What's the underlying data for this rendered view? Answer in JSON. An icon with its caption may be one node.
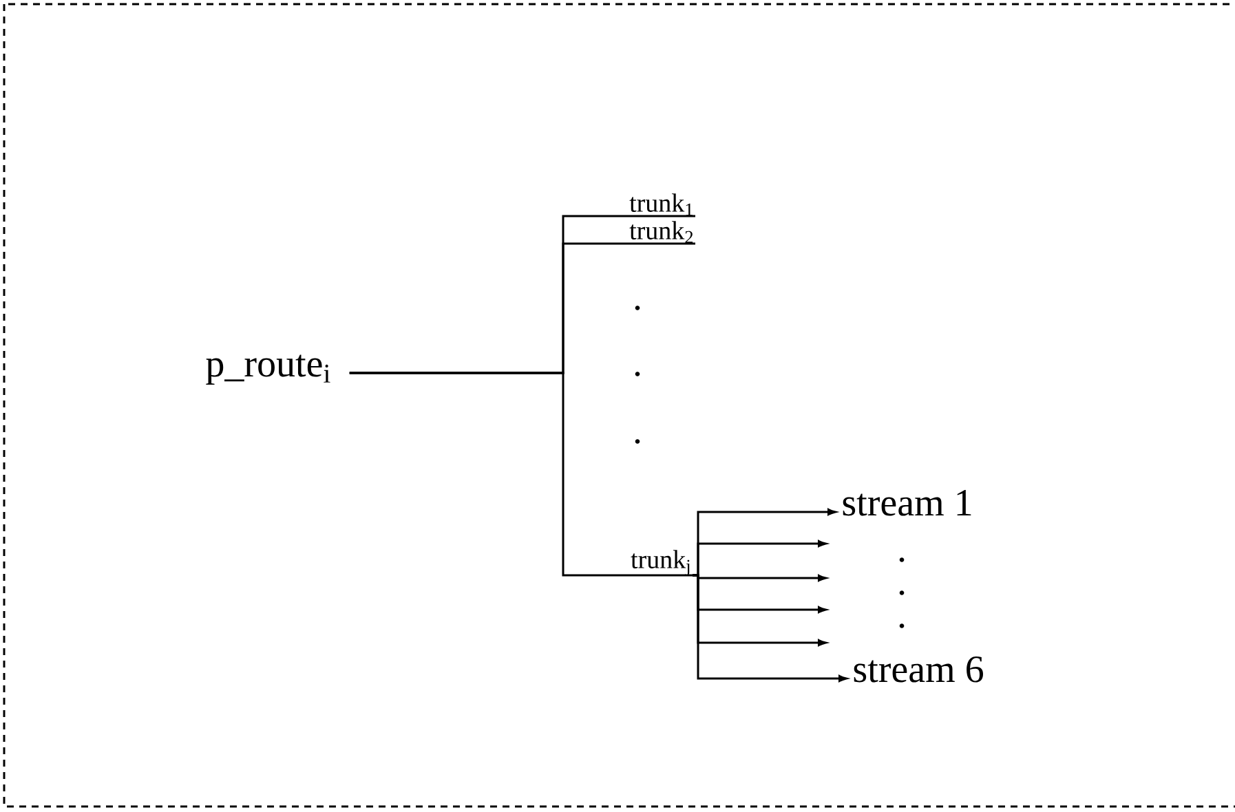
{
  "diagram": {
    "nodes": [
      {
        "text": [
          "p_route$_{i}$"
        ]
      },
      {
        "text": [
          "trunk$_{1}$"
        ]
      },
      {
        "text": [
          "trunk$_{2}$"
        ]
      },
      {
        "text": [
          "trunk$_{j}$"
        ]
      },
      {
        "text": [
          "stream 1"
        ]
      },
      {
        "text": [
          "stream 6"
        ]
      }
    ],
    "edges": [
      {
        "from": 0,
        "to": 1,
        "arrow": "none"
      },
      {
        "from": 0,
        "to": 2,
        "arrow": "none"
      },
      {
        "from": 0,
        "to": 3,
        "arrow": "none"
      },
      {
        "from": 3,
        "to": 4,
        "arrow": "to"
      },
      {
        "from": 3,
        "to": null,
        "arrow": "to"
      },
      {
        "from": 3,
        "to": null,
        "arrow": "to"
      },
      {
        "from": 3,
        "to": null,
        "arrow": "to"
      },
      {
        "from": 3,
        "to": null,
        "arrow": "to"
      },
      {
        "from": 3,
        "to": 5,
        "arrow": "to"
      }
    ],
    "labels": [
      ".",
      ".",
      ".",
      ".",
      ".",
      "."
    ]
  }
}
